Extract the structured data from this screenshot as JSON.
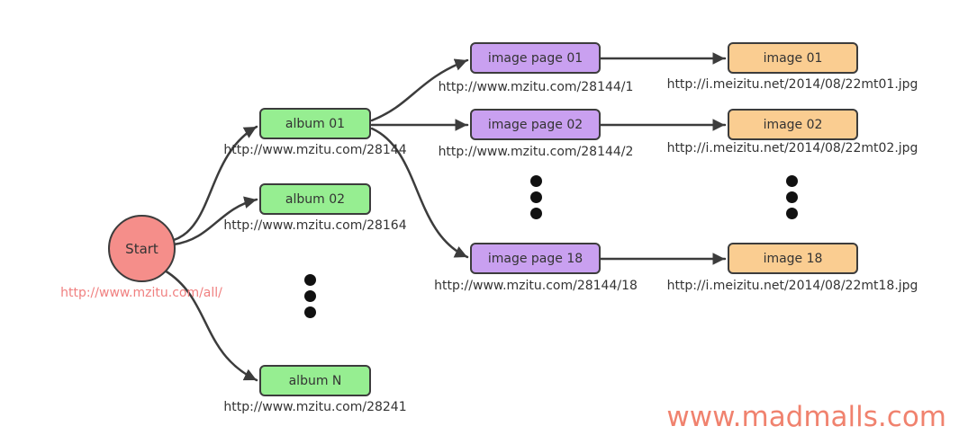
{
  "diagram": {
    "start": {
      "label": "Start",
      "url": "http://www.mzitu.com/all/"
    },
    "albums": [
      {
        "label": "album 01",
        "url": "http://www.mzitu.com/28144"
      },
      {
        "label": "album 02",
        "url": "http://www.mzitu.com/28164"
      },
      {
        "label": "album N",
        "url": "http://www.mzitu.com/28241"
      }
    ],
    "image_pages": [
      {
        "label": "image page 01",
        "url": "http://www.mzitu.com/28144/1"
      },
      {
        "label": "image page 02",
        "url": "http://www.mzitu.com/28144/2"
      },
      {
        "label": "image page 18",
        "url": "http://www.mzitu.com/28144/18"
      }
    ],
    "images": [
      {
        "label": "image 01",
        "url": "http://i.meizitu.net/2014/08/22mt01.jpg"
      },
      {
        "label": "image 02",
        "url": "http://i.meizitu.net/2014/08/22mt02.jpg"
      },
      {
        "label": "image 18",
        "url": "http://i.meizitu.net/2014/08/22mt18.jpg"
      }
    ],
    "watermark": "www.madmalls.com",
    "colors": {
      "start_fill": "#f58e8a",
      "album_fill": "#96ee91",
      "image_page_fill": "#c9a0f0",
      "image_fill": "#facd91",
      "line": "#3c3c3c",
      "url_text": "#333333",
      "start_url_text": "#f08080",
      "watermark_text": "#f0826e"
    }
  }
}
